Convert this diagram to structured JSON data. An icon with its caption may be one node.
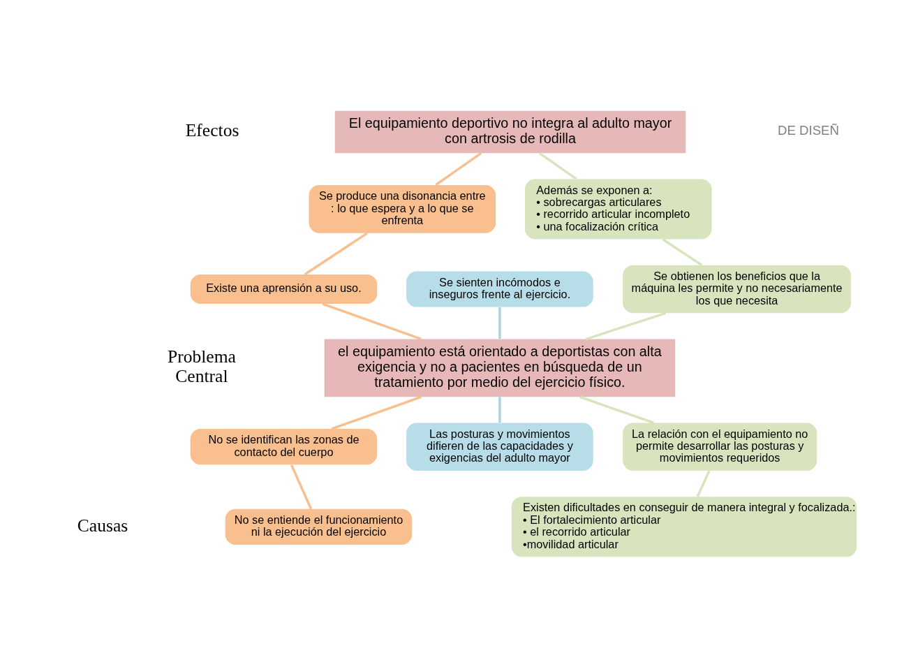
{
  "diagram": {
    "nodes": [
      {
        "text": [
          "El equipamiento deportivo no integra al adulto mayor con artrosis de rodilla"
        ]
      },
      {
        "text": [
          "Se produce una disonancia entre : lo que espera y a lo que se enfrenta"
        ]
      },
      {
        "text": [
          "Existe una aprensión a su uso."
        ]
      },
      {
        "text": [
          "Se sienten incómodos e inseguros frente al ejercicio."
        ]
      },
      {
        "text": [
          "Además se exponen a:",
          "• sobrecargas articulares",
          "• recorrido articular incompleto",
          "• una focalización crítica"
        ]
      },
      {
        "text": [
          "Se obtienen los beneficios que la máquina les permite y no necesariamente los que necesita"
        ]
      },
      {
        "text": [
          "el equipamiento está orientado a deportistas con alta exigencia y no a pacientes en búsqueda de un tratamiento por medio del ejercicio físico."
        ]
      },
      {
        "text": [
          "No se identifican las zonas de contacto del cuerpo"
        ]
      },
      {
        "text": [
          "No se entiende el funcionamiento ni la ejecución del ejercicio"
        ]
      },
      {
        "text": [
          "Las posturas y movimientos difieren de las capacidades y exigencias del adulto mayor"
        ]
      },
      {
        "text": [
          "La relación con el equipamiento no permite desarrollar las posturas y movimientos requeridos"
        ]
      },
      {
        "text": [
          "Existen dificultades en conseguir de manera integral y focalizada.:",
          "• El fortalecimiento articular",
          "• el recorrido articular",
          "•movilidad articular"
        ]
      }
    ],
    "edges": [
      {
        "from": 0,
        "to": 1,
        "arrow": "none",
        "color": "#f9bf8f"
      },
      {
        "from": 0,
        "to": 4,
        "arrow": "none",
        "color": "#d7e4bd"
      },
      {
        "from": 1,
        "to": 2,
        "arrow": "none",
        "color": "#f9bf8f"
      },
      {
        "from": 4,
        "to": 5,
        "arrow": "none",
        "color": "#d7e4bd"
      },
      {
        "from": 2,
        "to": 6,
        "arrow": "none",
        "color": "#f9bf8f"
      },
      {
        "from": 3,
        "to": 6,
        "arrow": "none",
        "color": "#a9d4e0"
      },
      {
        "from": 5,
        "to": 6,
        "arrow": "none",
        "color": "#d7e4bd"
      },
      {
        "from": 6,
        "to": 7,
        "arrow": "none",
        "color": "#f9bf8f"
      },
      {
        "from": 7,
        "to": 8,
        "arrow": "none",
        "color": "#f9bf8f"
      },
      {
        "from": 6,
        "to": 9,
        "arrow": "none",
        "color": "#a9d4e0"
      },
      {
        "from": 6,
        "to": 10,
        "arrow": "none",
        "color": "#d7e4bd"
      },
      {
        "from": 10,
        "to": 11,
        "arrow": "none",
        "color": "#d7e4bd"
      }
    ],
    "labels": [
      "DE DISEÑ",
      "Efectos",
      "Problema Central",
      "Causas"
    ]
  }
}
